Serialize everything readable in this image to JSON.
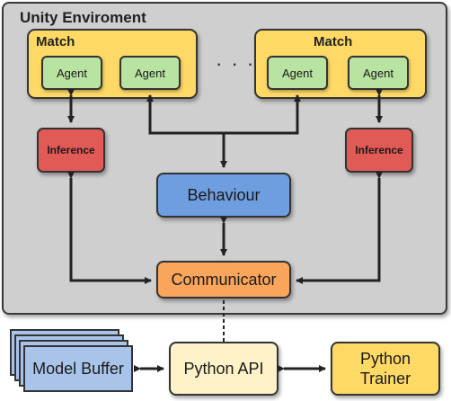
{
  "environment": {
    "title": "Unity Enviroment"
  },
  "matches": [
    {
      "label": "Match",
      "agents": [
        "Agent",
        "Agent"
      ]
    },
    {
      "label": "Match",
      "agents": [
        "Agent",
        "Agent"
      ]
    }
  ],
  "ellipsis": "· · ·",
  "inference": [
    "Inference",
    "Inference"
  ],
  "behaviour": "Behaviour",
  "communicator": "Communicator",
  "python_api": "Python API",
  "python_trainer": [
    "Python",
    "Trainer"
  ],
  "model_buffer": "Model Buffer",
  "colors": {
    "environment": "#cfcfcf",
    "match": "#ffd966",
    "agent": "#b8e3a0",
    "inference": "#e15a55",
    "behaviour": "#6f9ee0",
    "communicator": "#f9a55b",
    "python_api": "#fff2c8",
    "python_trainer": "#ffd966",
    "model_buffer": "#a9c4ea"
  }
}
